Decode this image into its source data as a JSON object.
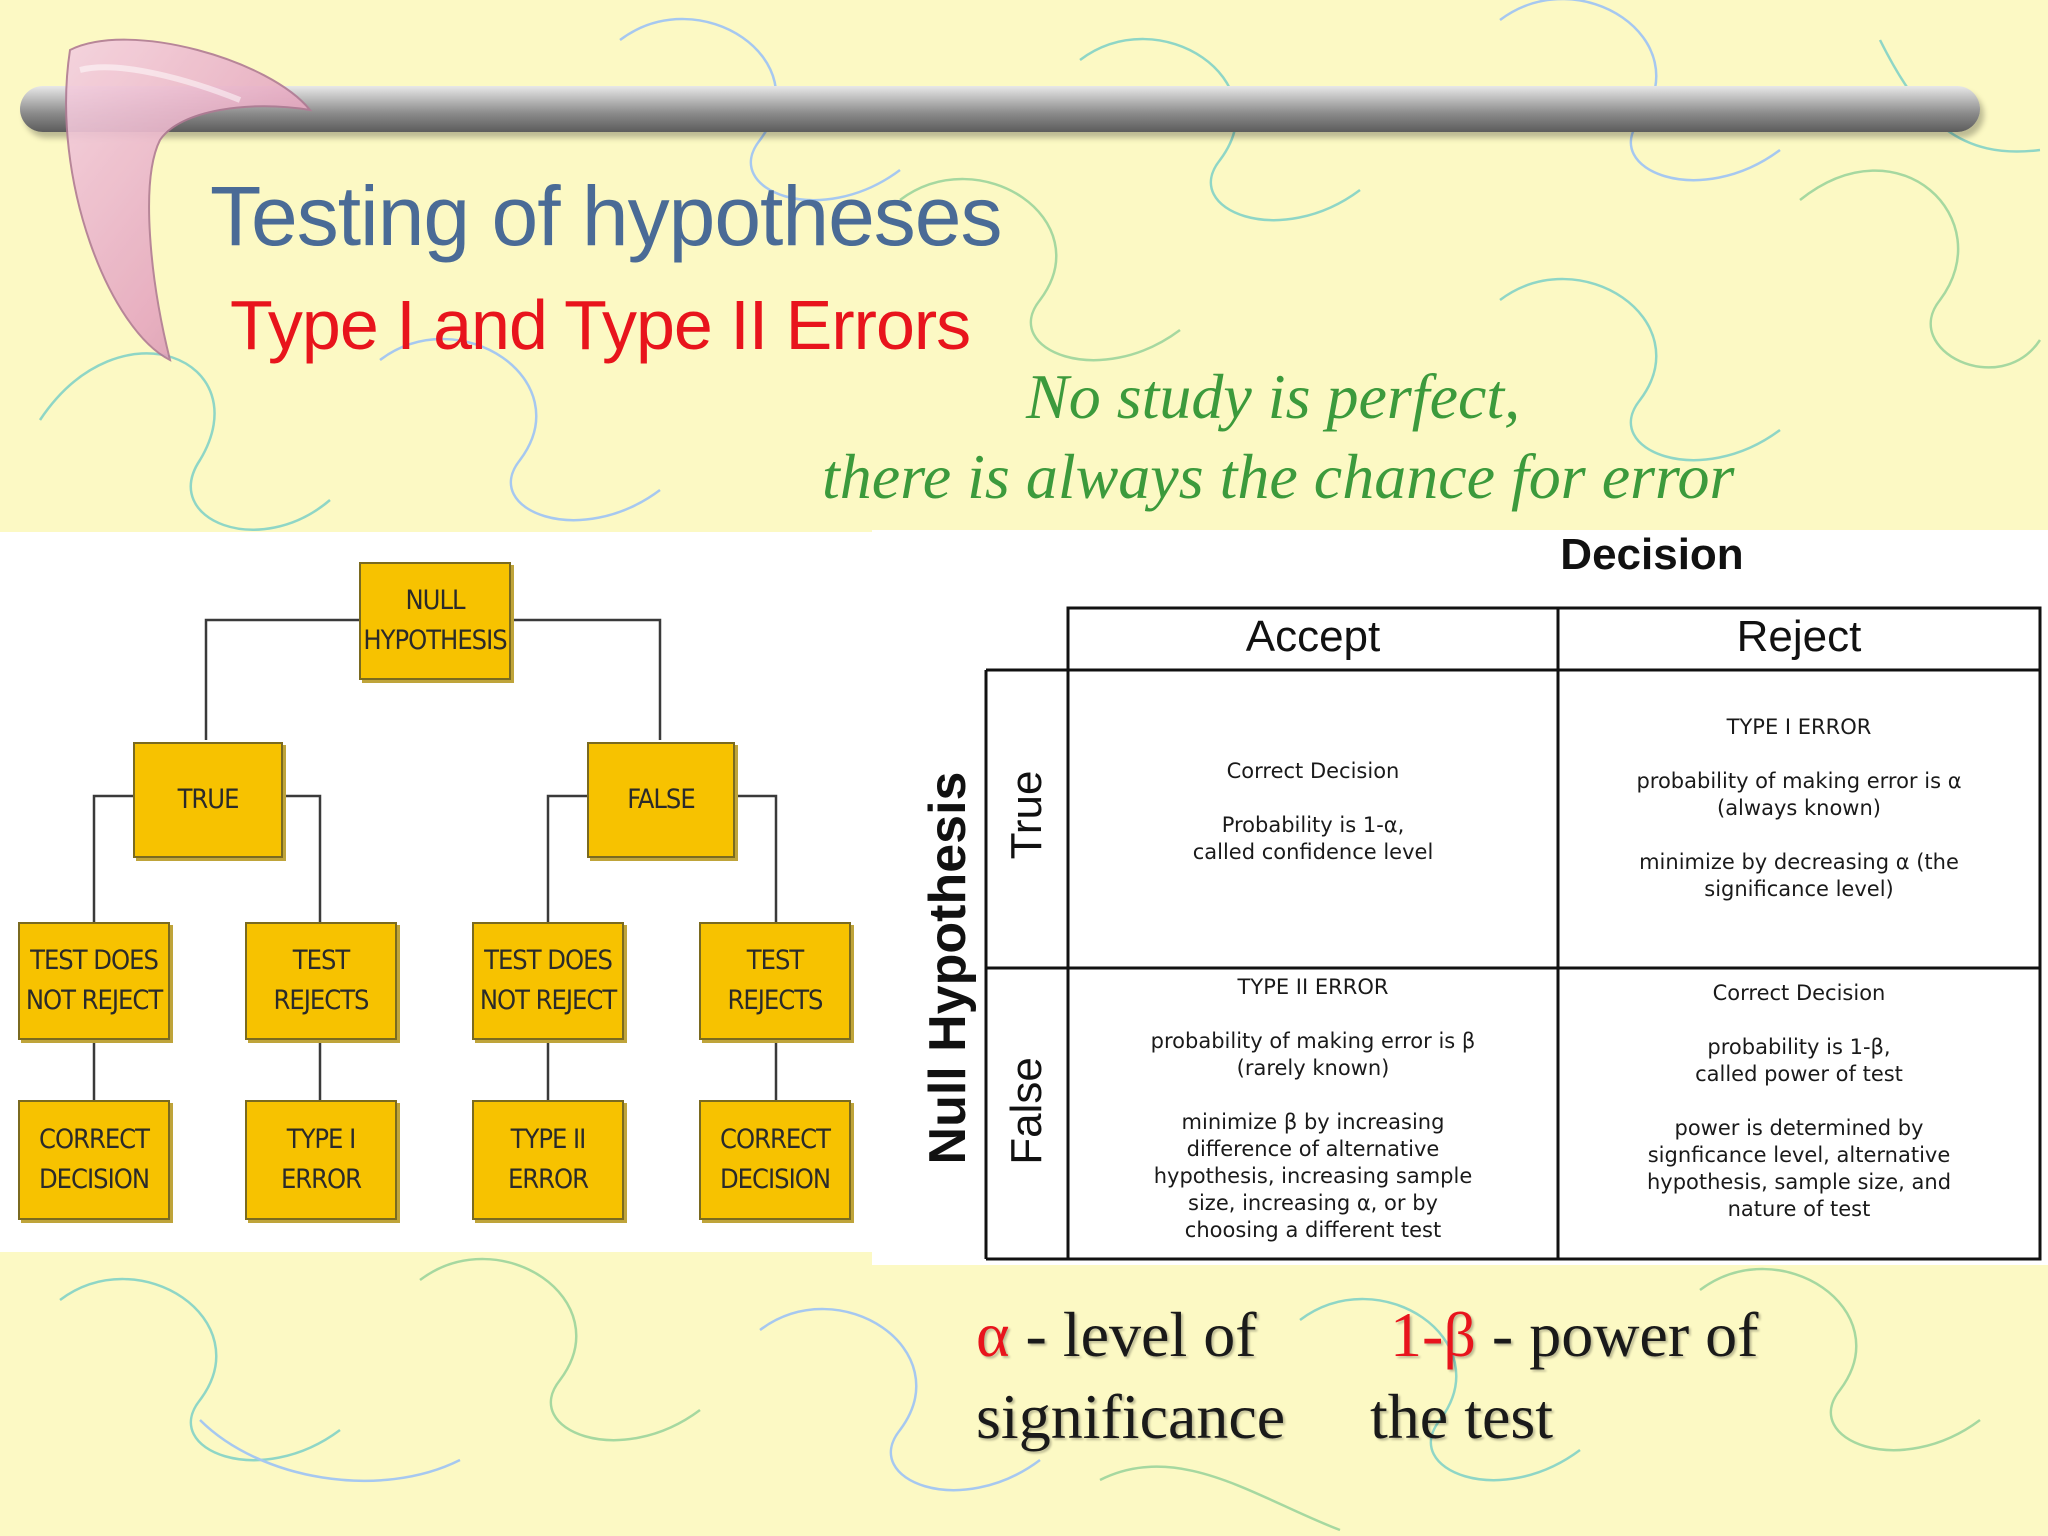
{
  "slide": {
    "title": "Testing of hypotheses",
    "subtitle": "Type I and Type II Errors",
    "quote_line1": "No study is perfect,",
    "quote_line2": "there is always the chance for error"
  },
  "flowchart": {
    "root": "NULL HYPOTHESIS",
    "branch_true": "TRUE",
    "branch_false": "FALSE",
    "leaf_true_not_reject": "TEST DOES NOT REJECT",
    "leaf_true_rejects": "TEST REJECTS",
    "leaf_false_not_reject": "TEST DOES NOT REJECT",
    "leaf_false_rejects": "TEST REJECTS",
    "outcome_1": "CORRECT DECISION",
    "outcome_2": "TYPE I ERROR",
    "outcome_3": "TYPE II ERROR",
    "outcome_4": "CORRECT DECISION"
  },
  "decision_table": {
    "header": "Decision",
    "col_accept": "Accept",
    "col_reject": "Reject",
    "row_axis": "Null Hypothesis",
    "row_true": "True",
    "row_false": "False",
    "cell_true_accept": {
      "line1": "Correct Decision",
      "line2": "Probability is 1-α,",
      "line3": "called confidence level"
    },
    "cell_true_reject": {
      "line1": "TYPE I ERROR",
      "line2": "probability of making error is α",
      "line3": "(always known)",
      "line4": "minimize by decreasing α (the",
      "line5": "significance level)"
    },
    "cell_false_accept": {
      "line1": "TYPE II ERROR",
      "line2": "probability of making error is β",
      "line3": "(rarely known)",
      "line4": "minimize β by increasing",
      "line5": "difference of alternative",
      "line6": "hypothesis, increasing sample",
      "line7": "size, increasing α, or by",
      "line8": "choosing a different test"
    },
    "cell_false_reject": {
      "line1": "Correct Decision",
      "line2": "probability is 1-β,",
      "line3": "called power of test",
      "line4": "power is determined by",
      "line5": "signficance level, alternative",
      "line6": "hypothesis, sample size, and",
      "line7": "nature of test"
    }
  },
  "notes": {
    "alpha_symbol": "α",
    "alpha_text_1": " - level of",
    "alpha_text_2": "significance",
    "beta_symbol": "1-β",
    "beta_text_1": " - power of",
    "beta_text_2": "the test"
  },
  "colors": {
    "background": "#fcf9c4",
    "title": "#4a6b96",
    "subtitle": "#e8141c",
    "quote": "#3c9a3c",
    "node_fill": "#f7c200"
  }
}
